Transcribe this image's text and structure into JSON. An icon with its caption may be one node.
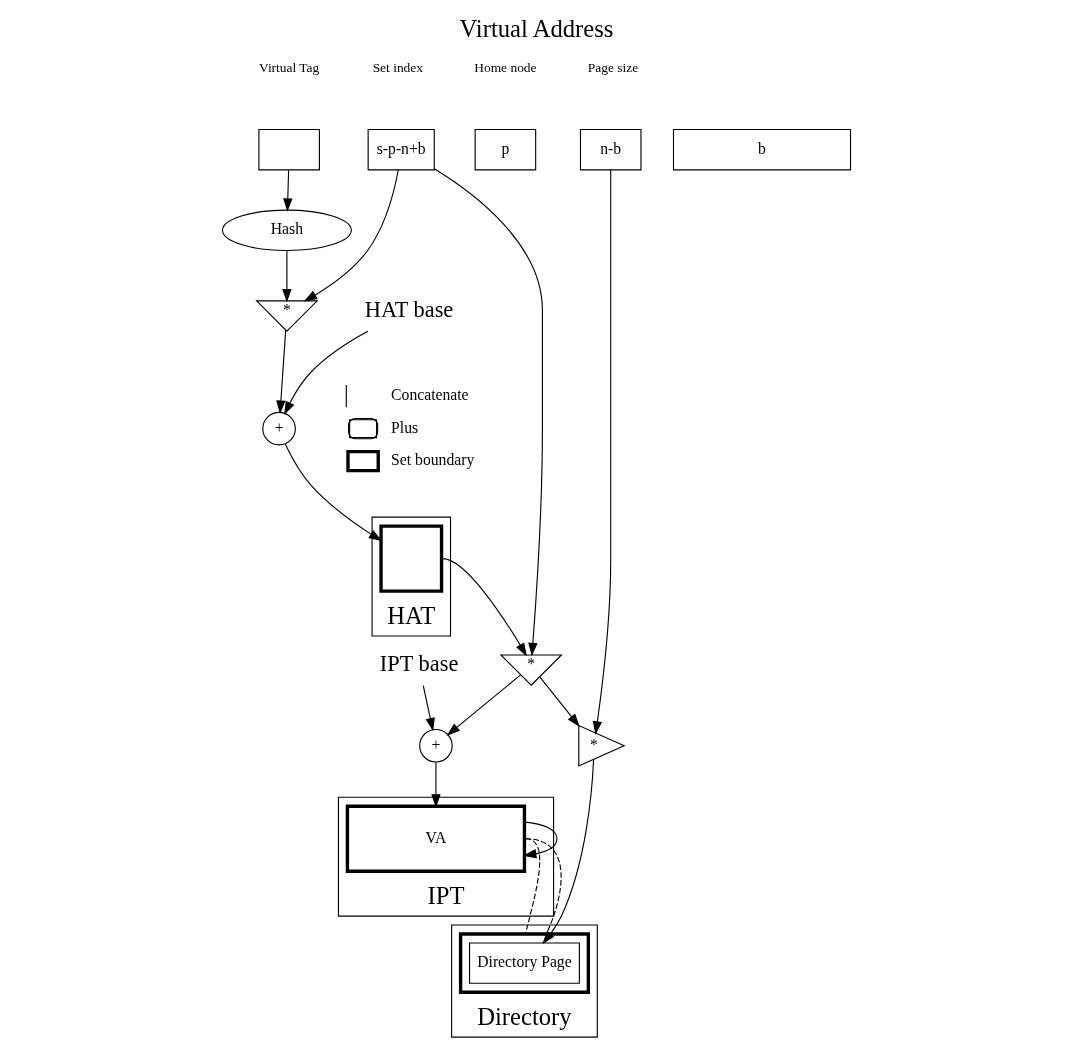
{
  "diagram": {
    "title": "Virtual Address",
    "nodes": [
      {
        "text": [],
        "shape": "box"
      },
      {
        "text": [
          "s-p-n+b"
        ]
      },
      {
        "text": [
          "p"
        ]
      },
      {
        "text": [
          "n-b"
        ]
      },
      {
        "text": [
          "b"
        ]
      },
      {
        "text": [
          "Hash"
        ]
      },
      {
        "text": [
          "*"
        ]
      },
      {
        "text": [
          "*"
        ]
      },
      {
        "text": [
          "*"
        ]
      },
      {
        "text": [
          "+"
        ]
      },
      {
        "text": [
          "HAT base"
        ]
      },
      {
        "text": [
          "HAT"
        ]
      },
      {
        "text": [],
        "shape": "box",
        "in": 11
      },
      {
        "text": [
          "+"
        ]
      },
      {
        "text": [
          "IPT base"
        ]
      },
      {
        "text": [
          "IPT"
        ]
      },
      {
        "text": [
          "VA"
        ],
        "in": 15
      },
      {
        "text": [
          "Directory"
        ]
      },
      {
        "text": [],
        "shape": "box",
        "in": 17
      },
      {
        "text": [
          "Directory Page"
        ],
        "in": 18
      }
    ],
    "edges": [
      {
        "from": 0,
        "to": 5,
        "arrow": "to"
      },
      {
        "from": 1,
        "to": 6,
        "arrow": "to"
      },
      {
        "from": 1,
        "to": 7,
        "arrow": "to"
      },
      {
        "from": 3,
        "to": 8,
        "arrow": "to"
      },
      {
        "from": 5,
        "to": 6,
        "arrow": "to"
      },
      {
        "from": 6,
        "to": 9,
        "arrow": "to"
      },
      {
        "from": 10,
        "to": 9,
        "arrow": "to"
      },
      {
        "from": 9,
        "to": 12,
        "arrow": "to"
      },
      {
        "from": 12,
        "to": 7,
        "arrow": "to"
      },
      {
        "from": 7,
        "to": 8,
        "arrow": "to"
      },
      {
        "from": 7,
        "to": 13,
        "arrow": "to"
      },
      {
        "from": 14,
        "to": 13,
        "arrow": "to"
      },
      {
        "from": 13,
        "to": 16,
        "arrow": "to"
      },
      {
        "from": 16,
        "to": 16,
        "arrow": "to"
      },
      {
        "from": 8,
        "to": 19,
        "arrow": "to"
      },
      {
        "from": 16,
        "to": 18,
        "arrow": "none",
        "style": "dashed"
      },
      {
        "from": 16,
        "to": 18,
        "arrow": "none",
        "style": "dashed"
      }
    ],
    "labels": [
      "Virtual Tag",
      "Set index",
      "Home node",
      "Page size"
    ],
    "legend": [
      {
        "text": "Concatenate"
      },
      {
        "text": "Plus"
      },
      {
        "text": "Set boundary"
      }
    ]
  }
}
